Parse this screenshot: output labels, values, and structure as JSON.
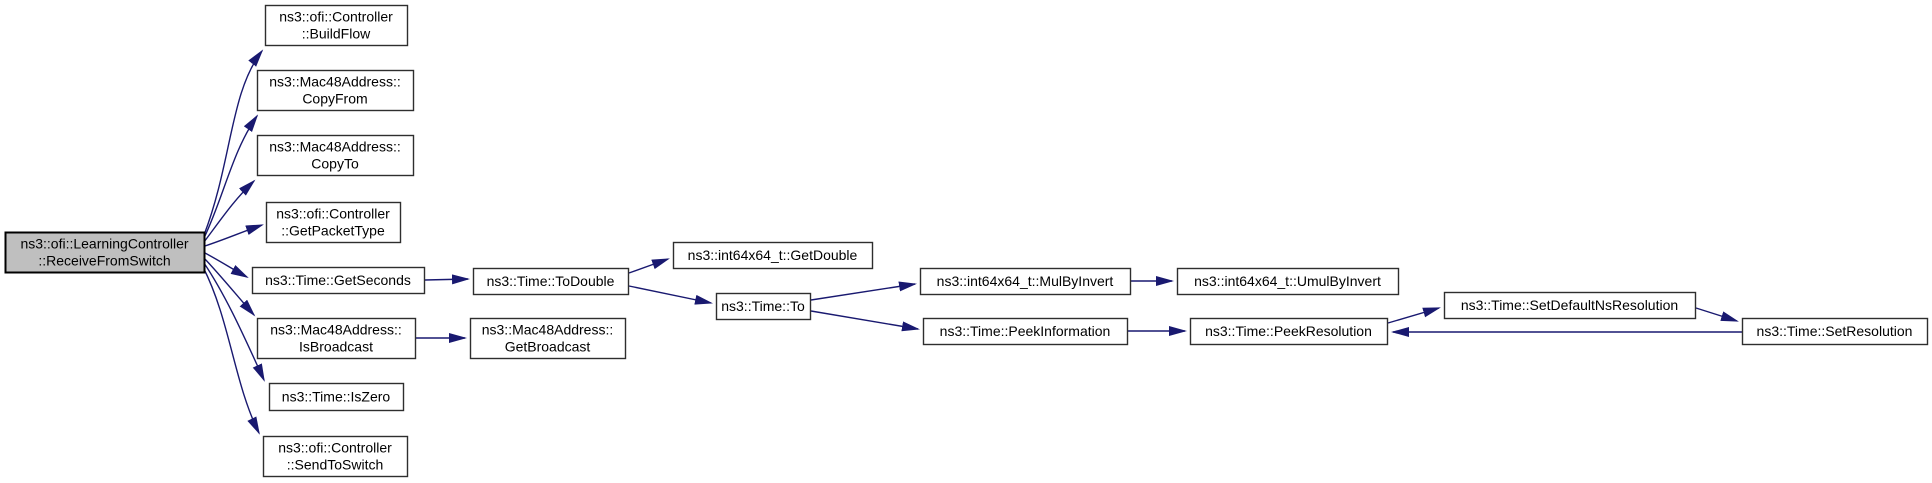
{
  "diagram": {
    "type": "doxygen-call-graph",
    "title": "ns3::ofi::LearningController::ReceiveFromSwitch call graph",
    "colors": {
      "background": "#ffffff",
      "edge": "#191970",
      "node_fill": "#ffffff",
      "node_border": "#2e2e2e",
      "highlight_fill": "#bfbfbf",
      "highlight_border": "#000000",
      "text": "#000000"
    },
    "nodes": [
      {
        "id": "receivefromswitch",
        "label": [
          "ns3::ofi::LearningController",
          "::ReceiveFromSwitch"
        ],
        "highlighted": true
      },
      {
        "id": "buildflow",
        "label": [
          "ns3::ofi::Controller",
          "::BuildFlow"
        ],
        "highlighted": false
      },
      {
        "id": "copyfrom",
        "label": [
          "ns3::Mac48Address::",
          "CopyFrom"
        ],
        "highlighted": false
      },
      {
        "id": "copyto",
        "label": [
          "ns3::Mac48Address::",
          "CopyTo"
        ],
        "highlighted": false
      },
      {
        "id": "getpackettype",
        "label": [
          "ns3::ofi::Controller",
          "::GetPacketType"
        ],
        "highlighted": false
      },
      {
        "id": "getseconds",
        "label": [
          "ns3::Time::GetSeconds"
        ],
        "highlighted": false
      },
      {
        "id": "isbroadcast",
        "label": [
          "ns3::Mac48Address::",
          "IsBroadcast"
        ],
        "highlighted": false
      },
      {
        "id": "iszero",
        "label": [
          "ns3::Time::IsZero"
        ],
        "highlighted": false
      },
      {
        "id": "sendtoswitch",
        "label": [
          "ns3::ofi::Controller",
          "::SendToSwitch"
        ],
        "highlighted": false
      },
      {
        "id": "todouble",
        "label": [
          "ns3::Time::ToDouble"
        ],
        "highlighted": false
      },
      {
        "id": "getdouble",
        "label": [
          "ns3::int64x64_t::GetDouble"
        ],
        "highlighted": false
      },
      {
        "id": "to",
        "label": [
          "ns3::Time::To"
        ],
        "highlighted": false
      },
      {
        "id": "getbroadcast",
        "label": [
          "ns3::Mac48Address::",
          "GetBroadcast"
        ],
        "highlighted": false
      },
      {
        "id": "mulbyinvert",
        "label": [
          "ns3::int64x64_t::MulByInvert"
        ],
        "highlighted": false
      },
      {
        "id": "umulbyinvert",
        "label": [
          "ns3::int64x64_t::UmulByInvert"
        ],
        "highlighted": false
      },
      {
        "id": "peekinformation",
        "label": [
          "ns3::Time::PeekInformation"
        ],
        "highlighted": false
      },
      {
        "id": "peekresolution",
        "label": [
          "ns3::Time::PeekResolution"
        ],
        "highlighted": false
      },
      {
        "id": "setdefaultnsresolution",
        "label": [
          "ns3::Time::SetDefaultNsResolution"
        ],
        "highlighted": false
      },
      {
        "id": "setresolution",
        "label": [
          "ns3::Time::SetResolution"
        ],
        "highlighted": false
      }
    ],
    "edges": [
      {
        "from": "receivefromswitch",
        "to": "buildflow"
      },
      {
        "from": "receivefromswitch",
        "to": "copyfrom"
      },
      {
        "from": "receivefromswitch",
        "to": "copyto"
      },
      {
        "from": "receivefromswitch",
        "to": "getpackettype"
      },
      {
        "from": "receivefromswitch",
        "to": "getseconds"
      },
      {
        "from": "receivefromswitch",
        "to": "isbroadcast"
      },
      {
        "from": "receivefromswitch",
        "to": "iszero"
      },
      {
        "from": "receivefromswitch",
        "to": "sendtoswitch"
      },
      {
        "from": "getseconds",
        "to": "todouble"
      },
      {
        "from": "todouble",
        "to": "getdouble"
      },
      {
        "from": "todouble",
        "to": "to"
      },
      {
        "from": "to",
        "to": "mulbyinvert"
      },
      {
        "from": "to",
        "to": "peekinformation"
      },
      {
        "from": "mulbyinvert",
        "to": "umulbyinvert"
      },
      {
        "from": "peekinformation",
        "to": "peekresolution"
      },
      {
        "from": "peekresolution",
        "to": "setdefaultnsresolution"
      },
      {
        "from": "setdefaultnsresolution",
        "to": "setresolution"
      },
      {
        "from": "setresolution",
        "to": "peekresolution"
      },
      {
        "from": "isbroadcast",
        "to": "getbroadcast"
      }
    ]
  }
}
